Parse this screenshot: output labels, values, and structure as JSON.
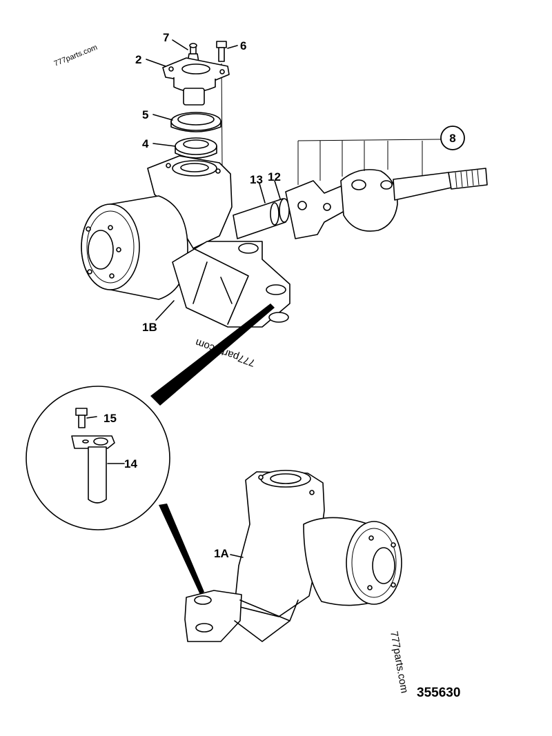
{
  "watermarks": [
    "777parts.com",
    "777parts.com",
    "777parts.com"
  ],
  "callouts": {
    "c1A": "1A",
    "c1B": "1B",
    "c2": "2",
    "c4": "4",
    "c5": "5",
    "c6": "6",
    "c7": "7",
    "c8": "8",
    "c12": "12",
    "c13": "13",
    "c14": "14",
    "c15": "15"
  },
  "drawing_number": "355630"
}
